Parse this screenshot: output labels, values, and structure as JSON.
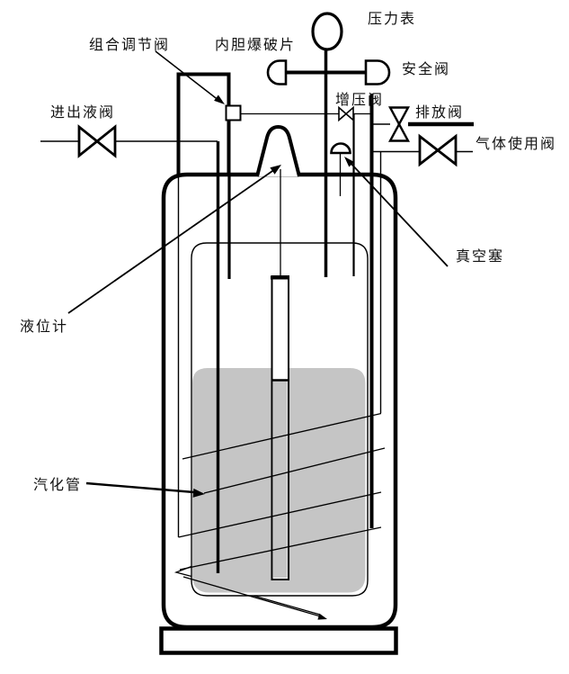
{
  "diagram": {
    "type": "cryogenic-liquid-cylinder-schematic",
    "labels": {
      "pressure_gauge": "压力表",
      "combination_regulating_valve": "组合调节阀",
      "inner_burst_disc": "内胆爆破片",
      "safety_valve": "安全阀",
      "liquid_inlet_outlet_valve": "进出液阀",
      "pressure_building_valve": "增压阀",
      "vent_valve": "排放阀",
      "gas_use_valve": "气体使用阀",
      "vacuum_plug": "真空塞",
      "liquid_level_gauge": "液位计",
      "vaporizer_tube": "汽化管"
    },
    "colors": {
      "line": "#000000",
      "liquid_fill": "#c5c5c5",
      "background": "#ffffff"
    }
  }
}
